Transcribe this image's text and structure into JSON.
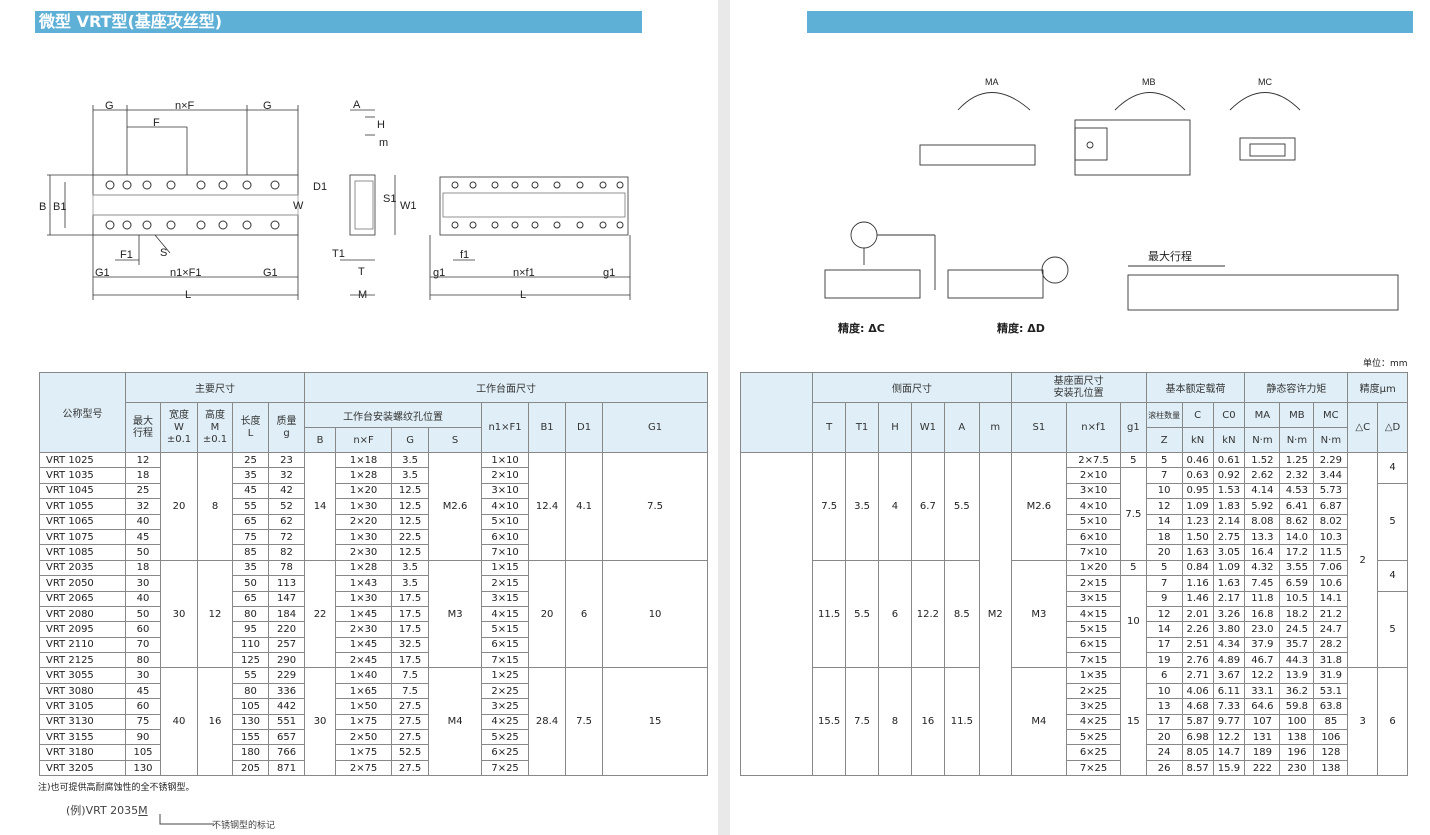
{
  "left_title": "微型 VRT型(基座攻丝型)",
  "right_title": "",
  "unit_label": "单位：mm",
  "note": "注)也可提供高耐腐蚀性的全不锈钢型。",
  "example_prefix": "(例)VRT 2035",
  "example_suffix": "M",
  "example_sub": "不锈钢型的标记",
  "accuracy_c": "精度: ΔC",
  "accuracy_d": "精度: ΔD",
  "max_stroke_label": "最大行程",
  "moment_labels": {
    "ma": "MA",
    "mb": "MB",
    "mc": "MC"
  },
  "drawing_labels": {
    "G": "G",
    "nF": "n×F",
    "F": "F",
    "B": "B",
    "B1": "B1",
    "S": "S",
    "F1": "F1",
    "G1": "G1",
    "n1F1": "n1×F1",
    "L": "L",
    "A": "A",
    "H": "H",
    "m": "m",
    "D1": "D1",
    "S1": "S1",
    "W1": "W1",
    "W": "W",
    "T1": "T1",
    "T": "T",
    "M": "M",
    "g1": "g1",
    "f1": "f1",
    "nf1": "n×f1"
  },
  "left_headers": {
    "model": "公称型号",
    "main": "主要尺寸",
    "table_face": "工作台面尺寸",
    "stroke": "最大\n行程",
    "width": "宽度\nW\n±0.1",
    "height": "高度\nM\n±0.1",
    "length": "长度\nL",
    "mass": "质量\ng",
    "holes": "工作台安装螺纹孔位置",
    "B": "B",
    "nF": "n×F",
    "G": "G",
    "S": "S",
    "n1F1": "n1×F1",
    "B1": "B1",
    "D1": "D1",
    "G1": "G1"
  },
  "right_headers": {
    "side": "侧面尺寸",
    "base": "基座面尺寸\n安装孔位置",
    "load": "基本额定载荷",
    "moment": "静态容许力矩",
    "accuracy": "精度μm",
    "T": "T",
    "T1": "T1",
    "H": "H",
    "W1": "W1",
    "A": "A",
    "m": "m",
    "S1": "S1",
    "nf1": "n×f1",
    "g1": "g1",
    "Z_top": "滚柱数量",
    "Z": "Z",
    "C_top": "C",
    "C": "kN",
    "C0_top": "C0",
    "C0": "kN",
    "MA_top": "MA",
    "MA": "N·m",
    "MB_top": "MB",
    "MB": "N·m",
    "MC_top": "MC",
    "MC": "N·m",
    "dC": "△C",
    "dD": "△D"
  },
  "groups": [
    {
      "W": "20",
      "M": "8",
      "B": "14",
      "S": "M2.6",
      "B1": "12.4",
      "D1": "4.1",
      "G1": "7.5",
      "T": "7.5",
      "T1": "3.5",
      "H": "4",
      "W1": "6.7",
      "A": "5.5",
      "S1": "M2.6",
      "g1": "7.5",
      "rows": [
        {
          "model": "VRT 1025",
          "stroke": "12",
          "L": "25",
          "g": "23",
          "nF": "1×18",
          "G": "3.5",
          "n1F1": "1×10",
          "nf1": "2×7.5",
          "g1": "5",
          "Z": "5",
          "C": "0.46",
          "C0": "0.61",
          "MA": "1.52",
          "MB": "1.25",
          "MC": "2.29"
        },
        {
          "model": "VRT 1035",
          "stroke": "18",
          "L": "35",
          "g": "32",
          "nF": "1×28",
          "G": "3.5",
          "n1F1": "2×10",
          "nf1": "2×10",
          "Z": "7",
          "C": "0.63",
          "C0": "0.92",
          "MA": "2.62",
          "MB": "2.32",
          "MC": "3.44"
        },
        {
          "model": "VRT 1045",
          "stroke": "25",
          "L": "45",
          "g": "42",
          "nF": "1×20",
          "G": "12.5",
          "n1F1": "3×10",
          "nf1": "3×10",
          "Z": "10",
          "C": "0.95",
          "C0": "1.53",
          "MA": "4.14",
          "MB": "4.53",
          "MC": "5.73"
        },
        {
          "model": "VRT 1055",
          "stroke": "32",
          "L": "55",
          "g": "52",
          "nF": "1×30",
          "G": "12.5",
          "n1F1": "4×10",
          "nf1": "4×10",
          "Z": "12",
          "C": "1.09",
          "C0": "1.83",
          "MA": "5.92",
          "MB": "6.41",
          "MC": "6.87"
        },
        {
          "model": "VRT 1065",
          "stroke": "40",
          "L": "65",
          "g": "62",
          "nF": "2×20",
          "G": "12.5",
          "n1F1": "5×10",
          "nf1": "5×10",
          "Z": "14",
          "C": "1.23",
          "C0": "2.14",
          "MA": "8.08",
          "MB": "8.62",
          "MC": "8.02"
        },
        {
          "model": "VRT 1075",
          "stroke": "45",
          "L": "75",
          "g": "72",
          "nF": "1×30",
          "G": "22.5",
          "n1F1": "6×10",
          "nf1": "6×10",
          "Z": "18",
          "C": "1.50",
          "C0": "2.75",
          "MA": "13.3",
          "MB": "14.0",
          "MC": "10.3"
        },
        {
          "model": "VRT 1085",
          "stroke": "50",
          "L": "85",
          "g": "82",
          "nF": "2×30",
          "G": "12.5",
          "n1F1": "7×10",
          "nf1": "7×10",
          "Z": "20",
          "C": "1.63",
          "C0": "3.05",
          "MA": "16.4",
          "MB": "17.2",
          "MC": "11.5"
        }
      ]
    },
    {
      "W": "30",
      "M": "12",
      "B": "22",
      "S": "M3",
      "B1": "20",
      "D1": "6",
      "G1": "10",
      "T": "11.5",
      "T1": "5.5",
      "H": "6",
      "W1": "12.2",
      "A": "8.5",
      "S1": "M3",
      "g1": "10",
      "rows": [
        {
          "model": "VRT 2035",
          "stroke": "18",
          "L": "35",
          "g": "78",
          "nF": "1×28",
          "G": "3.5",
          "n1F1": "1×15",
          "nf1": "1×20",
          "g1": "5",
          "Z": "5",
          "C": "0.84",
          "C0": "1.09",
          "MA": "4.32",
          "MB": "3.55",
          "MC": "7.06"
        },
        {
          "model": "VRT 2050",
          "stroke": "30",
          "L": "50",
          "g": "113",
          "nF": "1×43",
          "G": "3.5",
          "n1F1": "2×15",
          "nf1": "2×15",
          "g1": "10",
          "Z": "7",
          "C": "1.16",
          "C0": "1.63",
          "MA": "7.45",
          "MB": "6.59",
          "MC": "10.6"
        },
        {
          "model": "VRT 2065",
          "stroke": "40",
          "L": "65",
          "g": "147",
          "nF": "1×30",
          "G": "17.5",
          "n1F1": "3×15",
          "nf1": "3×15",
          "Z": "9",
          "C": "1.46",
          "C0": "2.17",
          "MA": "11.8",
          "MB": "10.5",
          "MC": "14.1"
        },
        {
          "model": "VRT 2080",
          "stroke": "50",
          "L": "80",
          "g": "184",
          "nF": "1×45",
          "G": "17.5",
          "n1F1": "4×15",
          "nf1": "4×15",
          "Z": "12",
          "C": "2.01",
          "C0": "3.26",
          "MA": "16.8",
          "MB": "18.2",
          "MC": "21.2"
        },
        {
          "model": "VRT 2095",
          "stroke": "60",
          "L": "95",
          "g": "220",
          "nF": "2×30",
          "G": "17.5",
          "n1F1": "5×15",
          "nf1": "5×15",
          "Z": "14",
          "C": "2.26",
          "C0": "3.80",
          "MA": "23.0",
          "MB": "24.5",
          "MC": "24.7"
        },
        {
          "model": "VRT 2110",
          "stroke": "70",
          "L": "110",
          "g": "257",
          "nF": "1×45",
          "G": "32.5",
          "n1F1": "6×15",
          "nf1": "6×15",
          "Z": "17",
          "C": "2.51",
          "C0": "4.34",
          "MA": "37.9",
          "MB": "35.7",
          "MC": "28.2"
        },
        {
          "model": "VRT 2125",
          "stroke": "80",
          "L": "125",
          "g": "290",
          "nF": "2×45",
          "G": "17.5",
          "n1F1": "7×15",
          "nf1": "7×15",
          "Z": "19",
          "C": "2.76",
          "C0": "4.89",
          "MA": "46.7",
          "MB": "44.3",
          "MC": "31.8"
        }
      ]
    },
    {
      "W": "40",
      "M": "16",
      "B": "30",
      "S": "M4",
      "B1": "28.4",
      "D1": "7.5",
      "G1": "15",
      "T": "15.5",
      "T1": "7.5",
      "H": "8",
      "W1": "16",
      "A": "11.5",
      "S1": "M4",
      "g1": "15",
      "rows": [
        {
          "model": "VRT 3055",
          "stroke": "30",
          "L": "55",
          "g": "229",
          "nF": "1×40",
          "G": "7.5",
          "n1F1": "1×25",
          "nf1": "1×35",
          "Z": "6",
          "C": "2.71",
          "C0": "3.67",
          "MA": "12.2",
          "MB": "13.9",
          "MC": "31.9"
        },
        {
          "model": "VRT 3080",
          "stroke": "45",
          "L": "80",
          "g": "336",
          "nF": "1×65",
          "G": "7.5",
          "n1F1": "2×25",
          "nf1": "2×25",
          "Z": "10",
          "C": "4.06",
          "C0": "6.11",
          "MA": "33.1",
          "MB": "36.2",
          "MC": "53.1"
        },
        {
          "model": "VRT 3105",
          "stroke": "60",
          "L": "105",
          "g": "442",
          "nF": "1×50",
          "G": "27.5",
          "n1F1": "3×25",
          "nf1": "3×25",
          "Z": "13",
          "C": "4.68",
          "C0": "7.33",
          "MA": "64.6",
          "MB": "59.8",
          "MC": "63.8"
        },
        {
          "model": "VRT 3130",
          "stroke": "75",
          "L": "130",
          "g": "551",
          "nF": "1×75",
          "G": "27.5",
          "n1F1": "4×25",
          "nf1": "4×25",
          "Z": "17",
          "C": "5.87",
          "C0": "9.77",
          "MA": "107",
          "MB": "100",
          "MC": "85"
        },
        {
          "model": "VRT 3155",
          "stroke": "90",
          "L": "155",
          "g": "657",
          "nF": "2×50",
          "G": "27.5",
          "n1F1": "5×25",
          "nf1": "5×25",
          "Z": "20",
          "C": "6.98",
          "C0": "12.2",
          "MA": "131",
          "MB": "138",
          "MC": "106"
        },
        {
          "model": "VRT 3180",
          "stroke": "105",
          "L": "180",
          "g": "766",
          "nF": "1×75",
          "G": "52.5",
          "n1F1": "6×25",
          "nf1": "6×25",
          "Z": "24",
          "C": "8.05",
          "C0": "14.7",
          "MA": "189",
          "MB": "196",
          "MC": "128"
        },
        {
          "model": "VRT 3205",
          "stroke": "130",
          "L": "205",
          "g": "871",
          "nF": "2×75",
          "G": "27.5",
          "n1F1": "7×25",
          "nf1": "7×25",
          "Z": "26",
          "C": "8.57",
          "C0": "15.9",
          "MA": "222",
          "MB": "230",
          "MC": "138"
        }
      ]
    }
  ],
  "m_value": "M2",
  "accuracy_values": {
    "dC_a": "2",
    "dC_b": "3",
    "dD": [
      "4",
      "5",
      "4",
      "5",
      "6"
    ]
  }
}
